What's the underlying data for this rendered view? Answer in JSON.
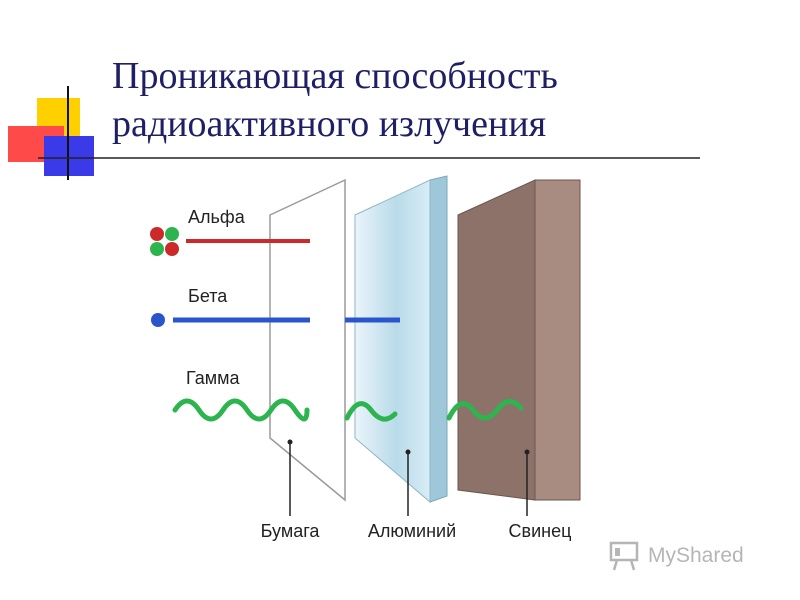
{
  "slide": {
    "title_line1": "Проникающая способность",
    "title_line2": "радиоактивного излучения"
  },
  "radiation": {
    "alpha": "Альфа",
    "beta": "Бета",
    "gamma": "Гамма"
  },
  "barriers": {
    "paper": "Бумага",
    "aluminum": "Алюминий",
    "lead": "Свинец"
  },
  "colors": {
    "alpha": "#cc2a2a",
    "beta": "#2a55cc",
    "gamma": "#2db44f",
    "lead": "#8c7268"
  },
  "watermark": {
    "text": "MyShared",
    "icon": "presentation-board-icon"
  }
}
